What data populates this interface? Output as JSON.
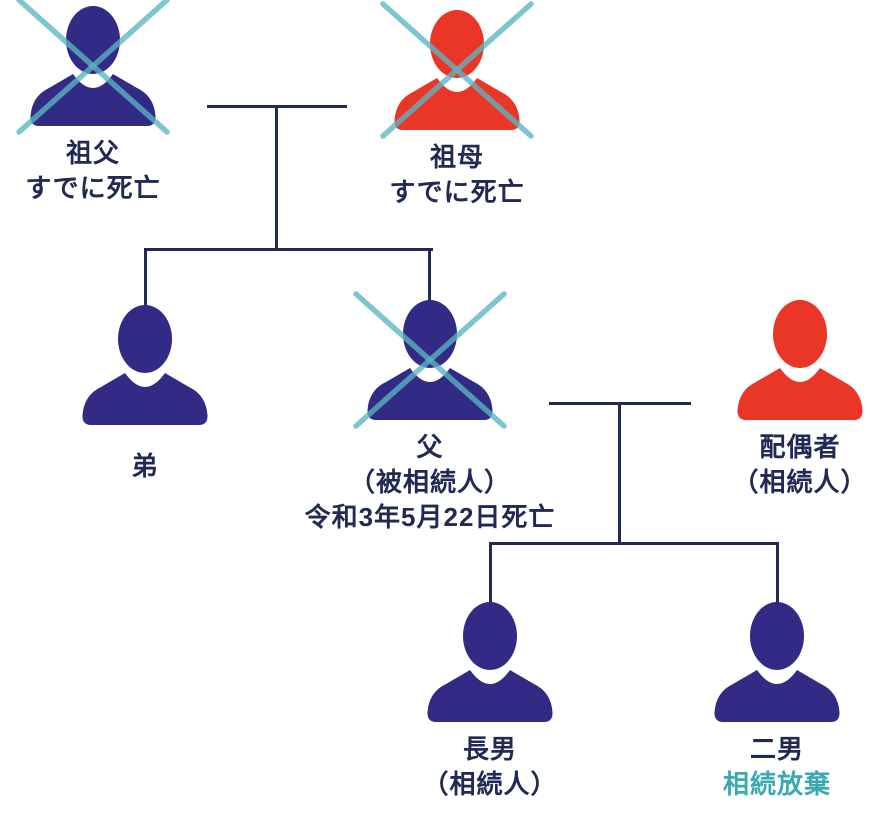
{
  "colors": {
    "person_navy": "#322b85",
    "person_red": "#ea3627",
    "cross_teal": "#5bb5c2",
    "line_navy": "#202a52",
    "text_navy": "#202a52",
    "text_teal": "#3aa9b0"
  },
  "persons": [
    {
      "id": "grandfather",
      "color": "navy",
      "deceased_cross": true,
      "lines": [
        "祖父",
        "すでに死亡"
      ]
    },
    {
      "id": "grandmother",
      "color": "red",
      "deceased_cross": true,
      "lines": [
        "祖母",
        "すでに死亡"
      ]
    },
    {
      "id": "brother",
      "color": "navy",
      "deceased_cross": false,
      "lines": [
        "弟"
      ]
    },
    {
      "id": "father",
      "color": "navy",
      "deceased_cross": true,
      "lines": [
        "父",
        "（被相続人）",
        "令和3年5月22日死亡"
      ]
    },
    {
      "id": "spouse",
      "color": "red",
      "deceased_cross": false,
      "lines": [
        "配偶者",
        "（相続人）"
      ]
    },
    {
      "id": "eldest-son",
      "color": "navy",
      "deceased_cross": false,
      "lines": [
        "長男",
        "（相続人）"
      ]
    },
    {
      "id": "second-son",
      "color": "navy",
      "deceased_cross": false,
      "lines": [
        "二男",
        "相続放棄"
      ]
    }
  ]
}
